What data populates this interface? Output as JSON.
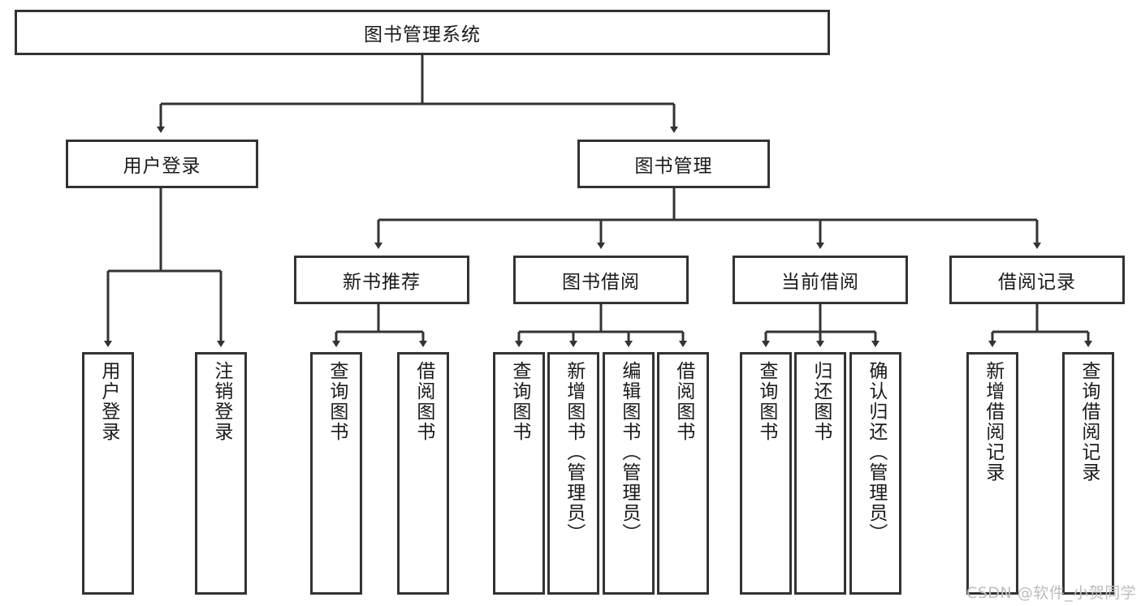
{
  "diagram": {
    "title": "图书管理系统",
    "type": "hierarchy-tree",
    "colors": {
      "border": "#333333",
      "background": "#ffffff",
      "text": "#1a1a1a",
      "watermark": "#bdbdbd"
    },
    "root": {
      "label": "图书管理系统"
    },
    "level2": [
      {
        "label": "用户登录"
      },
      {
        "label": "图书管理"
      }
    ],
    "level3": [
      {
        "label": "新书推荐"
      },
      {
        "label": "图书借阅"
      },
      {
        "label": "当前借阅"
      },
      {
        "label": "借阅记录"
      }
    ],
    "leaves": {
      "user_login": [
        {
          "label": "用户登录"
        },
        {
          "label": "注销登录"
        }
      ],
      "new_book_recommend": [
        {
          "label": "查询图书"
        },
        {
          "label": "借阅图书"
        }
      ],
      "book_borrow": [
        {
          "label": "查询图书"
        },
        {
          "label": "新增图书（管理员）"
        },
        {
          "label": "编辑图书（管理员）"
        },
        {
          "label": "借阅图书"
        }
      ],
      "current_borrow": [
        {
          "label": "查询图书"
        },
        {
          "label": "归还图书"
        },
        {
          "label": "确认归还（管理员）"
        }
      ],
      "borrow_record": [
        {
          "label": "新增借阅记录"
        },
        {
          "label": "查询借阅记录"
        }
      ]
    },
    "watermark": "CSDN @软件_小贺同学"
  }
}
